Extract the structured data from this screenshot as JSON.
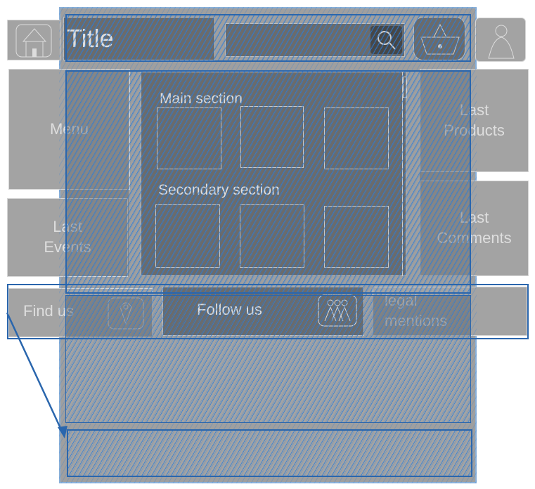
{
  "header": {
    "title": "Title",
    "search_icon": "search-icon",
    "home_icon": "home-icon",
    "cart_icon": "basket-icon",
    "user_icon": "user-icon"
  },
  "sidebar_left": {
    "menu": "Menu",
    "events": "Last\nEvents"
  },
  "main": {
    "main_section": "Main section",
    "secondary_section": "Secondary section"
  },
  "sidebar_right": {
    "products": "Last\nProducts",
    "comments": "Last\nComments"
  },
  "footer": {
    "find_us": "Find us",
    "follow_us": "Follow us",
    "legal": "legal\nmentions"
  },
  "colors": {
    "light": "#a3a3a3",
    "dark": "#6b6b6b",
    "blue": "#2a66ad"
  }
}
